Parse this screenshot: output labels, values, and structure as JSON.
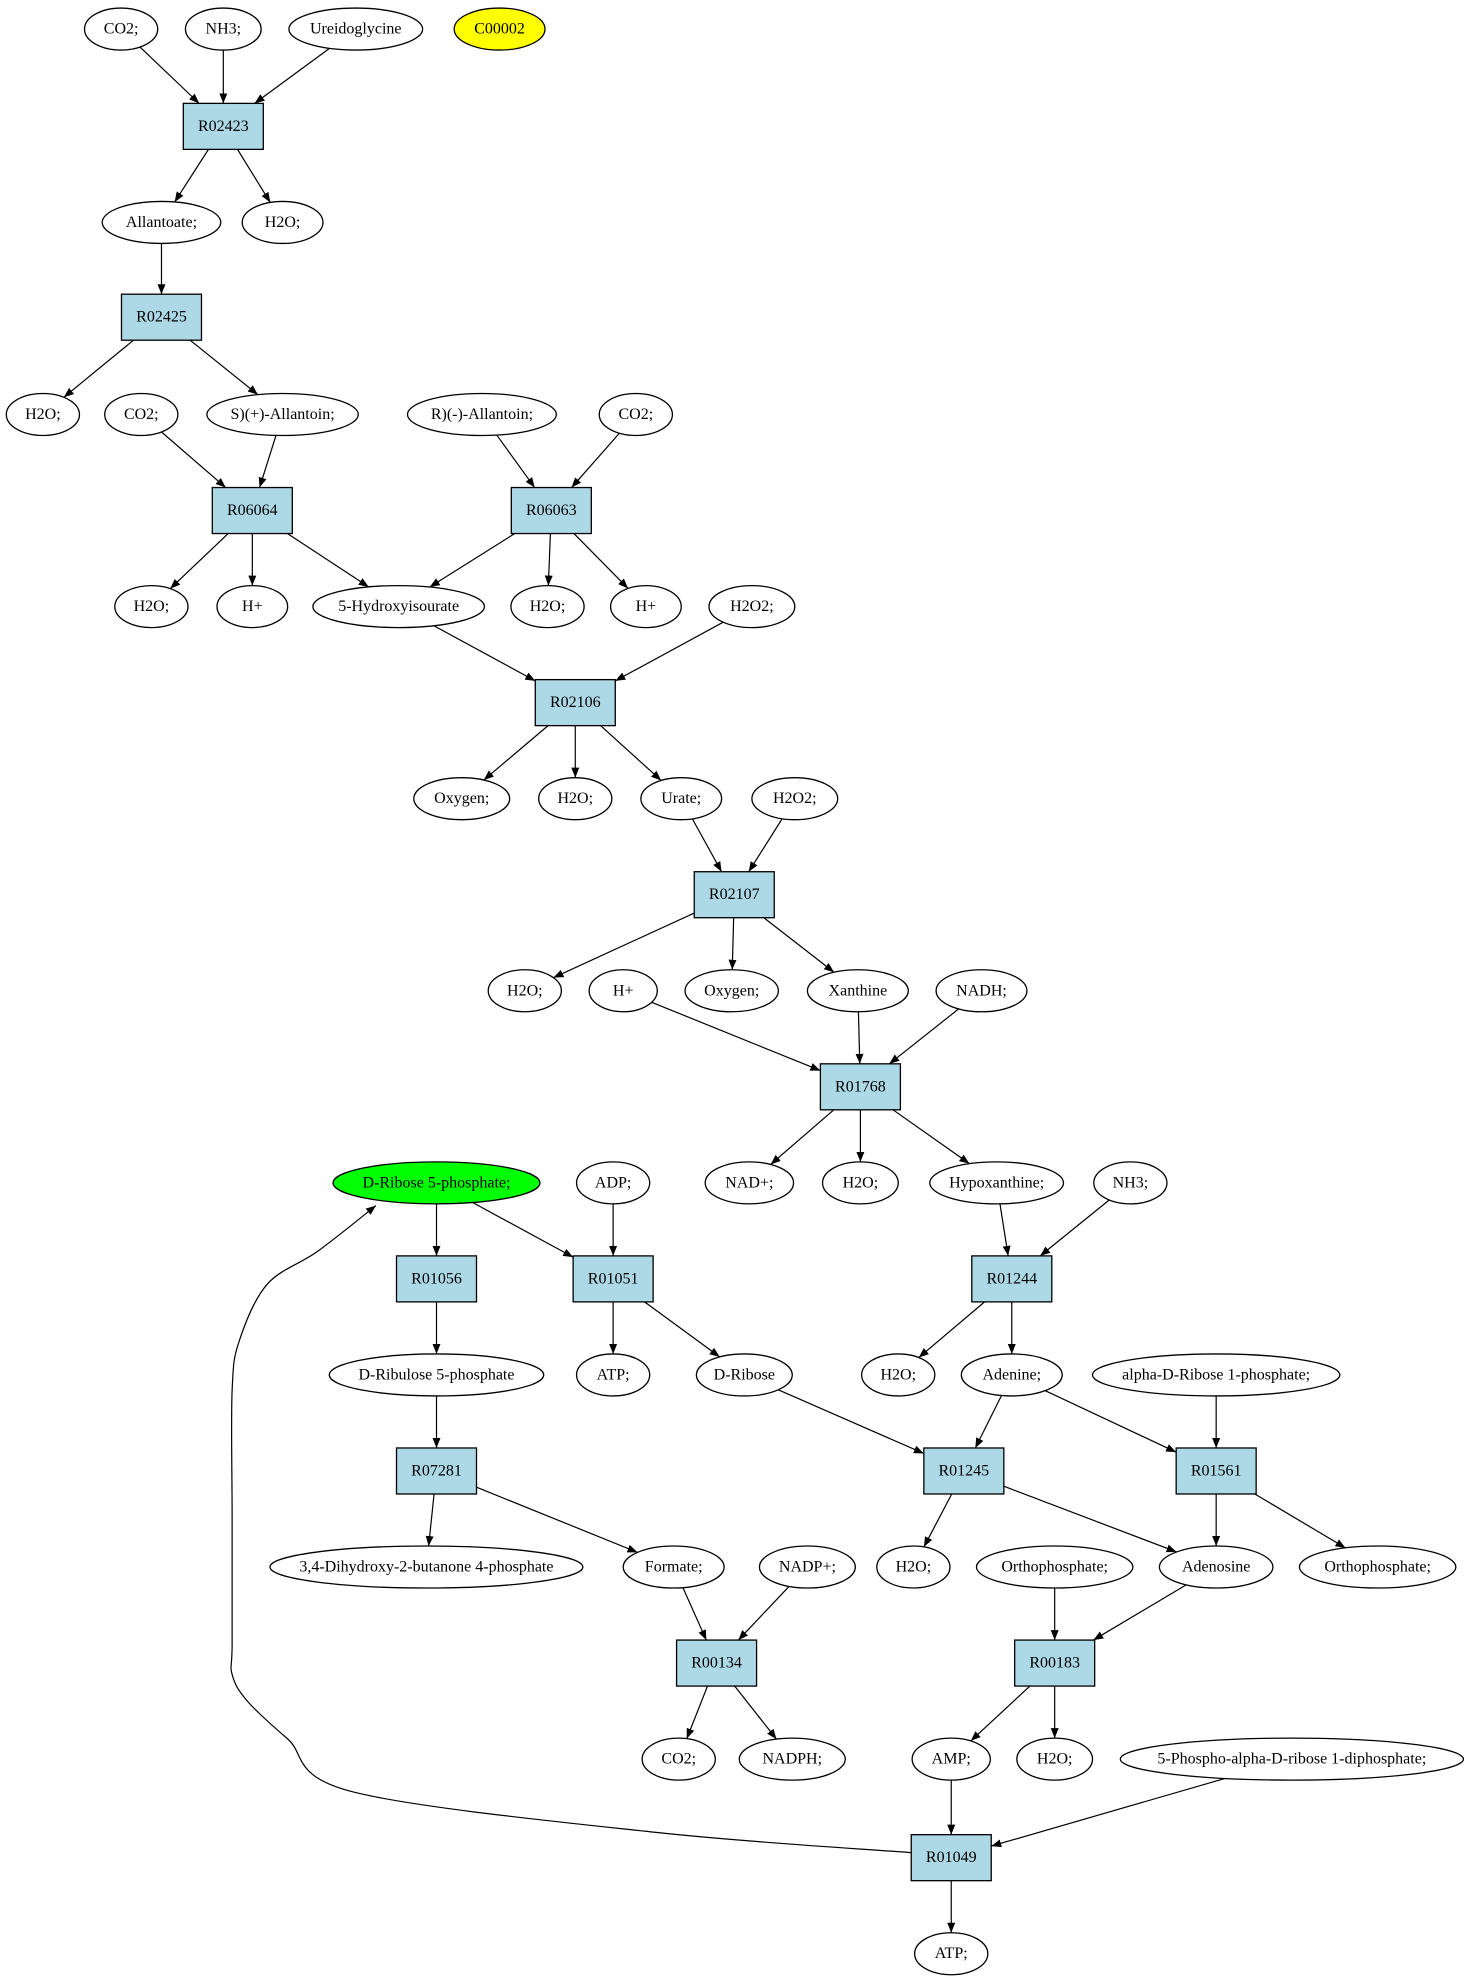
{
  "colors": {
    "reaction_fill": "#add8e6",
    "compound_fill": "#ffffff",
    "highlight_yellow": "#ffff00",
    "highlight_green": "#00ff00",
    "stroke": "#000000"
  },
  "nodes": [
    {
      "id": "co2_1",
      "label": "CO2;",
      "type": "compound"
    },
    {
      "id": "nh3_1",
      "label": "NH3;",
      "type": "compound"
    },
    {
      "id": "ureido",
      "label": "Ureidoglycine",
      "type": "compound"
    },
    {
      "id": "c00002",
      "label": "C00002",
      "type": "compound",
      "highlight": "yellow"
    },
    {
      "id": "r02423",
      "label": "R02423",
      "type": "reaction"
    },
    {
      "id": "allantoate",
      "label": "Allantoate;",
      "type": "compound"
    },
    {
      "id": "h2o_1",
      "label": "H2O;",
      "type": "compound"
    },
    {
      "id": "r02425",
      "label": "R02425",
      "type": "reaction"
    },
    {
      "id": "h2o_2",
      "label": "H2O;",
      "type": "compound"
    },
    {
      "id": "co2_2",
      "label": "CO2;",
      "type": "compound"
    },
    {
      "id": "s_allantoin",
      "label": "S)(+)-Allantoin;",
      "type": "compound"
    },
    {
      "id": "r_allantoin",
      "label": "R)(-)-Allantoin;",
      "type": "compound"
    },
    {
      "id": "co2_3",
      "label": "CO2;",
      "type": "compound"
    },
    {
      "id": "r06064",
      "label": "R06064",
      "type": "reaction"
    },
    {
      "id": "r06063",
      "label": "R06063",
      "type": "reaction"
    },
    {
      "id": "h2o_3",
      "label": "H2O;",
      "type": "compound"
    },
    {
      "id": "hplus_1",
      "label": "H+",
      "type": "compound"
    },
    {
      "id": "hydroxyisourate",
      "label": "5-Hydroxyisourate",
      "type": "compound"
    },
    {
      "id": "h2o_4",
      "label": "H2O;",
      "type": "compound"
    },
    {
      "id": "hplus_2",
      "label": "H+",
      "type": "compound"
    },
    {
      "id": "h2o2_1",
      "label": "H2O2;",
      "type": "compound"
    },
    {
      "id": "r02106",
      "label": "R02106",
      "type": "reaction"
    },
    {
      "id": "oxygen_1",
      "label": "Oxygen;",
      "type": "compound"
    },
    {
      "id": "h2o_5",
      "label": "H2O;",
      "type": "compound"
    },
    {
      "id": "urate",
      "label": "Urate;",
      "type": "compound"
    },
    {
      "id": "h2o2_2",
      "label": "H2O2;",
      "type": "compound"
    },
    {
      "id": "r02107",
      "label": "R02107",
      "type": "reaction"
    },
    {
      "id": "h2o_6",
      "label": "H2O;",
      "type": "compound"
    },
    {
      "id": "hplus_3",
      "label": "H+",
      "type": "compound"
    },
    {
      "id": "oxygen_2",
      "label": "Oxygen;",
      "type": "compound"
    },
    {
      "id": "xanthine",
      "label": "Xanthine",
      "type": "compound"
    },
    {
      "id": "nadh",
      "label": "NADH;",
      "type": "compound"
    },
    {
      "id": "r01768",
      "label": "R01768",
      "type": "reaction"
    },
    {
      "id": "nadplus",
      "label": "NAD+;",
      "type": "compound"
    },
    {
      "id": "h2o_7",
      "label": "H2O;",
      "type": "compound"
    },
    {
      "id": "hypoxanthine",
      "label": "Hypoxanthine;",
      "type": "compound"
    },
    {
      "id": "nh3_2",
      "label": "NH3;",
      "type": "compound"
    },
    {
      "id": "dribose5p",
      "label": "D-Ribose 5-phosphate;",
      "type": "compound",
      "highlight": "green"
    },
    {
      "id": "adp",
      "label": "ADP;",
      "type": "compound"
    },
    {
      "id": "r01056",
      "label": "R01056",
      "type": "reaction"
    },
    {
      "id": "r01051",
      "label": "R01051",
      "type": "reaction"
    },
    {
      "id": "r01244",
      "label": "R01244",
      "type": "reaction"
    },
    {
      "id": "dribulose5p",
      "label": "D-Ribulose 5-phosphate",
      "type": "compound"
    },
    {
      "id": "atp_1",
      "label": "ATP;",
      "type": "compound"
    },
    {
      "id": "dribose",
      "label": "D-Ribose",
      "type": "compound"
    },
    {
      "id": "h2o_8",
      "label": "H2O;",
      "type": "compound"
    },
    {
      "id": "adenine",
      "label": "Adenine;",
      "type": "compound"
    },
    {
      "id": "alpha_r1p",
      "label": "alpha-D-Ribose 1-phosphate;",
      "type": "compound"
    },
    {
      "id": "r07281",
      "label": "R07281",
      "type": "reaction"
    },
    {
      "id": "r01245",
      "label": "R01245",
      "type": "reaction"
    },
    {
      "id": "r01561",
      "label": "R01561",
      "type": "reaction"
    },
    {
      "id": "dihydroxy",
      "label": "3,4-Dihydroxy-2-butanone 4-phosphate",
      "type": "compound"
    },
    {
      "id": "formate",
      "label": "Formate;",
      "type": "compound"
    },
    {
      "id": "nadpplus",
      "label": "NADP+;",
      "type": "compound"
    },
    {
      "id": "h2o_9",
      "label": "H2O;",
      "type": "compound"
    },
    {
      "id": "ortho_1",
      "label": "Orthophosphate;",
      "type": "compound"
    },
    {
      "id": "adenosine",
      "label": "Adenosine",
      "type": "compound"
    },
    {
      "id": "ortho_2",
      "label": "Orthophosphate;",
      "type": "compound"
    },
    {
      "id": "r00134",
      "label": "R00134",
      "type": "reaction"
    },
    {
      "id": "r00183",
      "label": "R00183",
      "type": "reaction"
    },
    {
      "id": "co2_4",
      "label": "CO2;",
      "type": "compound"
    },
    {
      "id": "nadph",
      "label": "NADPH;",
      "type": "compound"
    },
    {
      "id": "amp",
      "label": "AMP;",
      "type": "compound"
    },
    {
      "id": "h2o_10",
      "label": "H2O;",
      "type": "compound"
    },
    {
      "id": "prpp",
      "label": "5-Phospho-alpha-D-ribose 1-diphosphate;",
      "type": "compound"
    },
    {
      "id": "r01049",
      "label": "R01049",
      "type": "reaction"
    },
    {
      "id": "atp_2",
      "label": "ATP;",
      "type": "compound"
    }
  ],
  "edges": [
    [
      "co2_1",
      "r02423"
    ],
    [
      "nh3_1",
      "r02423"
    ],
    [
      "ureido",
      "r02423"
    ],
    [
      "r02423",
      "allantoate"
    ],
    [
      "r02423",
      "h2o_1"
    ],
    [
      "allantoate",
      "r02425"
    ],
    [
      "r02425",
      "h2o_2"
    ],
    [
      "r02425",
      "s_allantoin"
    ],
    [
      "co2_2",
      "r06064"
    ],
    [
      "s_allantoin",
      "r06064"
    ],
    [
      "r_allantoin",
      "r06063"
    ],
    [
      "co2_3",
      "r06063"
    ],
    [
      "r06064",
      "h2o_3"
    ],
    [
      "r06064",
      "hplus_1"
    ],
    [
      "r06064",
      "hydroxyisourate"
    ],
    [
      "r06063",
      "hydroxyisourate"
    ],
    [
      "r06063",
      "h2o_4"
    ],
    [
      "r06063",
      "hplus_2"
    ],
    [
      "hydroxyisourate",
      "r02106"
    ],
    [
      "h2o2_1",
      "r02106"
    ],
    [
      "r02106",
      "oxygen_1"
    ],
    [
      "r02106",
      "h2o_5"
    ],
    [
      "r02106",
      "urate"
    ],
    [
      "urate",
      "r02107"
    ],
    [
      "h2o2_2",
      "r02107"
    ],
    [
      "r02107",
      "h2o_6"
    ],
    [
      "r02107",
      "oxygen_2"
    ],
    [
      "r02107",
      "xanthine"
    ],
    [
      "hplus_3",
      "r01768"
    ],
    [
      "xanthine",
      "r01768"
    ],
    [
      "nadh",
      "r01768"
    ],
    [
      "r01768",
      "nadplus"
    ],
    [
      "r01768",
      "h2o_7"
    ],
    [
      "r01768",
      "hypoxanthine"
    ],
    [
      "hypoxanthine",
      "r01244"
    ],
    [
      "nh3_2",
      "r01244"
    ],
    [
      "dribose5p",
      "r01056"
    ],
    [
      "dribose5p",
      "r01051"
    ],
    [
      "adp",
      "r01051"
    ],
    [
      "r01056",
      "dribulose5p"
    ],
    [
      "r01051",
      "atp_1"
    ],
    [
      "r01051",
      "dribose"
    ],
    [
      "r01244",
      "h2o_8"
    ],
    [
      "r01244",
      "adenine"
    ],
    [
      "dribulose5p",
      "r07281"
    ],
    [
      "dribose",
      "r01245"
    ],
    [
      "adenine",
      "r01245"
    ],
    [
      "adenine",
      "r01561"
    ],
    [
      "alpha_r1p",
      "r01561"
    ],
    [
      "r07281",
      "dihydroxy"
    ],
    [
      "r07281",
      "formate"
    ],
    [
      "r01245",
      "h2o_9"
    ],
    [
      "r01245",
      "adenosine"
    ],
    [
      "r01561",
      "adenosine"
    ],
    [
      "r01561",
      "ortho_2"
    ],
    [
      "formate",
      "r00134"
    ],
    [
      "nadpplus",
      "r00134"
    ],
    [
      "ortho_1",
      "r00183"
    ],
    [
      "adenosine",
      "r00183"
    ],
    [
      "r00134",
      "co2_4"
    ],
    [
      "r00134",
      "nadph"
    ],
    [
      "r00183",
      "amp"
    ],
    [
      "r00183",
      "h2o_10"
    ],
    [
      "amp",
      "r01049"
    ],
    [
      "prpp",
      "r01049"
    ],
    [
      "r01049",
      "atp_2"
    ],
    [
      "r01049",
      "dribose5p"
    ]
  ]
}
